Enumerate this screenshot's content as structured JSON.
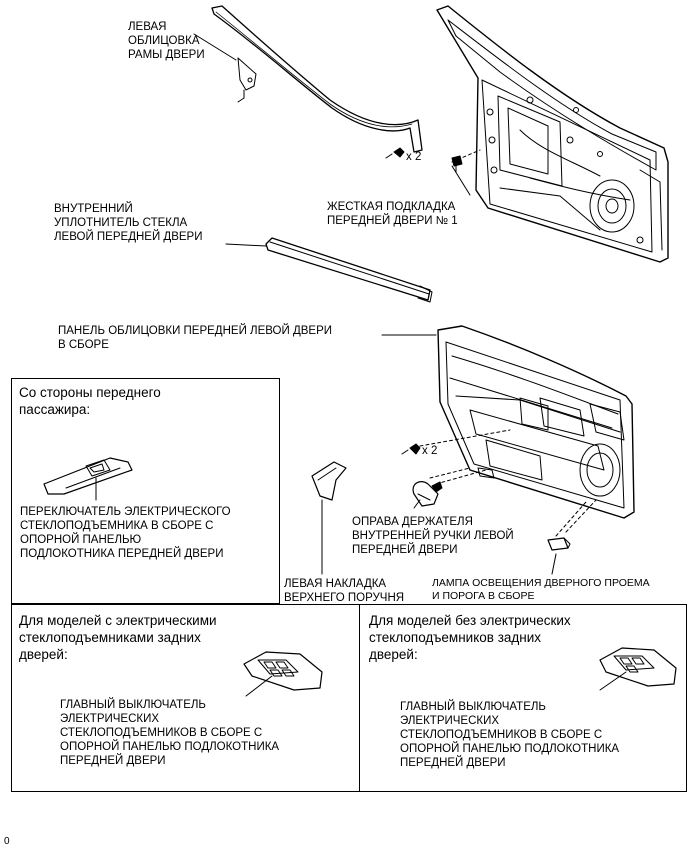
{
  "labels": {
    "frame_garnish": "ЛЕВАЯ\nОБЛИЦОВКА\nРАМЫ ДВЕРИ",
    "count_x2_top": "x 2",
    "pad": "ЖЕСТКАЯ ПОДКЛАДКА\nПЕРЕДНЕЙ ДВЕРИ № 1",
    "weatherstrip": "ВНУТРЕННИЙ\nУПЛОТНИТЕЛЬ СТЕКЛА\nЛЕВОЙ ПЕРЕДНЕЙ ДВЕРИ",
    "trim_panel": "ПАНЕЛЬ ОБЛИЦОВКИ ПЕРЕДНЕЙ ЛЕВОЙ ДВЕРИ\nВ СБОРЕ",
    "count_x2_mid": "x 2",
    "handle_bezel": "ОПРАВА ДЕРЖАТЕЛЯ\nВНУТРЕННЕЙ РУЧКИ ЛЕВОЙ\nПЕРЕДНЕЙ ДВЕРИ",
    "armrest_cover": "ЛЕВАЯ НАКЛАДКА\nВЕРХНЕГО ПОРУЧНЯ",
    "courtesy_lamp": "ЛАМПА ОСВЕЩЕНИЯ ДВЕРНОГО ПРОЕМА\nИ ПОРОГА В СБОРЕ"
  },
  "boxes": {
    "passenger": {
      "title": "Со стороны переднего\nпассажира:",
      "part": "ПЕРЕКЛЮЧАТЕЛЬ ЭЛЕКТРИЧЕСКОГО\nСТЕКЛОПОДЪЕМНИКА В СБОРЕ С\nОПОРНОЙ ПАНЕЛЬЮ\nПОДЛОКОТНИКА ПЕРЕДНЕЙ ДВЕРИ"
    },
    "with_rear": {
      "title": "Для моделей с электрическими\nстеклоподъемниками задних\nдверей:",
      "part": "ГЛАВНЫЙ ВЫКЛЮЧАТЕЛЬ\nЭЛЕКТРИЧЕСКИХ\nСТЕКЛОПОДЪЕМНИКОВ В СБОРЕ С\nОПОРНОЙ ПАНЕЛЬЮ ПОДЛОКОТНИКА\nПЕРЕДНЕЙ ДВЕРИ"
    },
    "without_rear": {
      "title": "Для моделей без электрических\nстеклоподъемников задних\nдверей:",
      "part": "ГЛАВНЫЙ ВЫКЛЮЧАТЕЛЬ\nЭЛЕКТРИЧЕСКИХ\nСТЕКЛОПОДЪЕМНИКОВ В СБОРЕ С\nОПОРНОЙ ПАНЕЛЬЮ ПОДЛОКОТНИКА\nПЕРЕДНЕЙ ДВЕРИ"
    }
  },
  "footer_number": "0"
}
